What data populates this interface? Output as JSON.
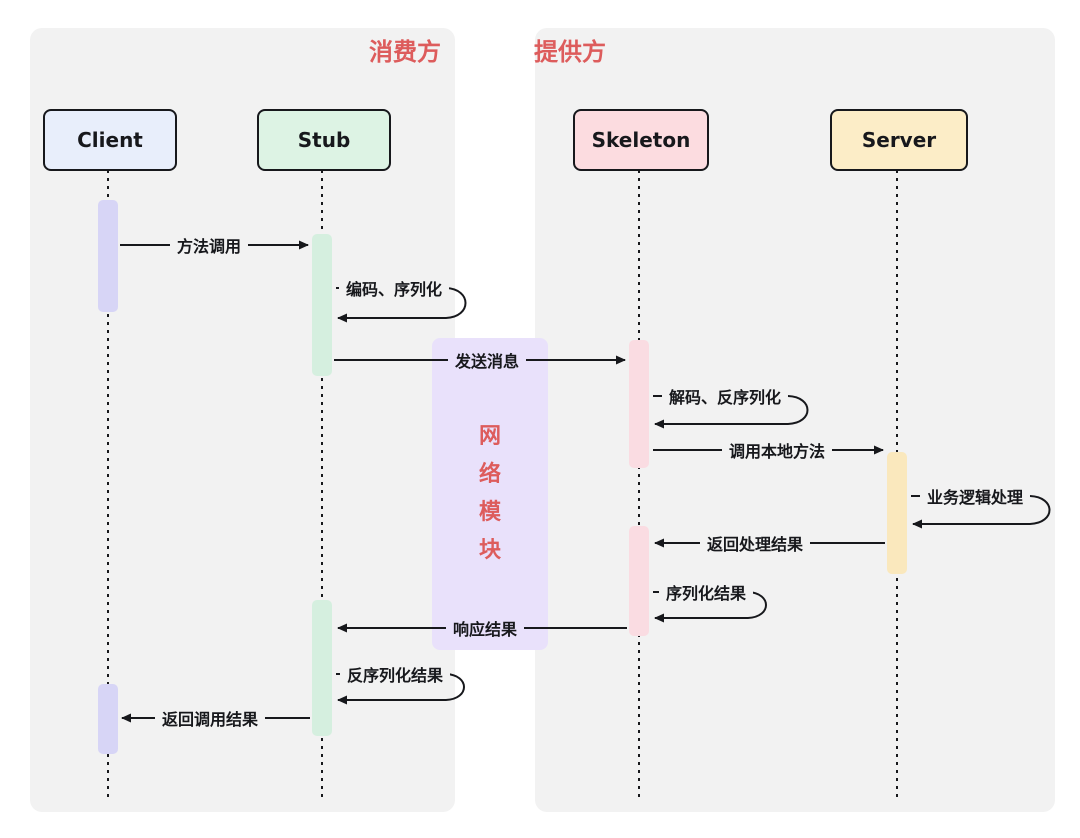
{
  "diagram": {
    "type": "sequence-diagram",
    "groups": [
      {
        "title": "消费方"
      },
      {
        "title": "提供方"
      }
    ],
    "participants": [
      {
        "label": "Client",
        "header_fill": "#e8eefb",
        "bar_fill": "#d7d5f6"
      },
      {
        "label": "Stub",
        "header_fill": "#ddf3e4",
        "bar_fill": "#d5efdf"
      },
      {
        "label": "Skeleton",
        "header_fill": "#fcdce0",
        "bar_fill": "#fadce2"
      },
      {
        "label": "Server",
        "header_fill": "#fcedc7",
        "bar_fill": "#fae8bd"
      }
    ],
    "network_box": {
      "label": "网络模块",
      "fill": "#e9e1fb"
    },
    "messages": [
      {
        "from": "Client",
        "to": "Stub",
        "label": "方法调用",
        "type": "solid"
      },
      {
        "from": "Stub",
        "to": "Stub",
        "label": "编码、序列化",
        "type": "self"
      },
      {
        "from": "Stub",
        "to": "Skeleton",
        "label": "发送消息",
        "type": "solid"
      },
      {
        "from": "Skeleton",
        "to": "Skeleton",
        "label": "解码、反序列化",
        "type": "self"
      },
      {
        "from": "Skeleton",
        "to": "Server",
        "label": "调用本地方法",
        "type": "solid"
      },
      {
        "from": "Server",
        "to": "Server",
        "label": "业务逻辑处理",
        "type": "self"
      },
      {
        "from": "Server",
        "to": "Skeleton",
        "label": "返回处理结果",
        "type": "solid"
      },
      {
        "from": "Skeleton",
        "to": "Skeleton",
        "label": "序列化结果",
        "type": "self"
      },
      {
        "from": "Skeleton",
        "to": "Stub",
        "label": "响应结果",
        "type": "solid"
      },
      {
        "from": "Stub",
        "to": "Stub",
        "label": "反序列化结果",
        "type": "self"
      },
      {
        "from": "Stub",
        "to": "Client",
        "label": "返回调用结果",
        "type": "solid"
      }
    ],
    "colors": {
      "accent_red": "#dd5c5c",
      "group_background": "#f2f2f2",
      "line": "#17181c",
      "network_fill": "#e9e1fb"
    }
  }
}
